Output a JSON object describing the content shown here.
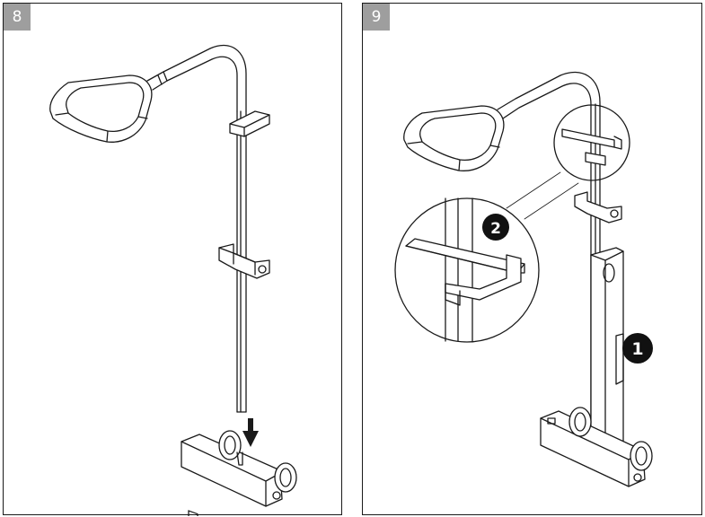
{
  "panels": [
    {
      "step": "8",
      "callouts": []
    },
    {
      "step": "9",
      "callouts": [
        "1",
        "2"
      ]
    }
  ],
  "colors": {
    "line": "#1a1a1a",
    "badge_bg": "#9e9e9e",
    "badge_text": "#ffffff",
    "callout_bg": "#111111"
  },
  "icons": [
    "down-arrow-icon"
  ]
}
